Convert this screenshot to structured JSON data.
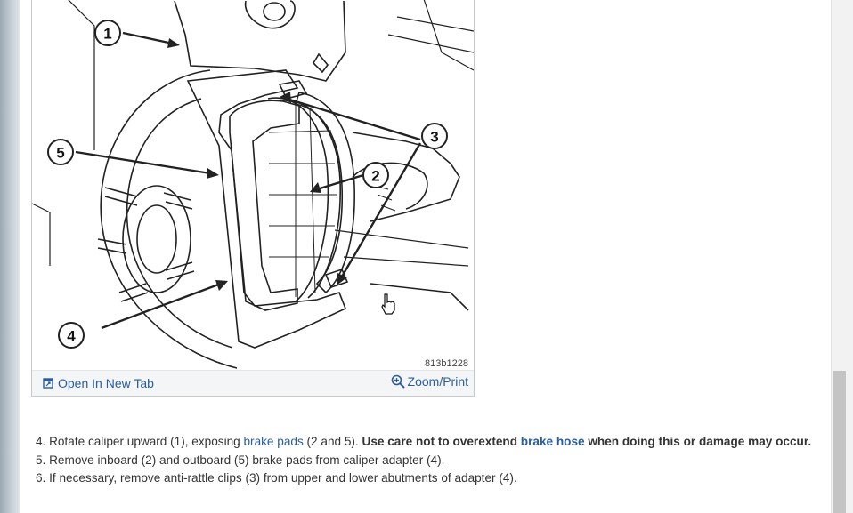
{
  "figure": {
    "callouts": [
      "1",
      "2",
      "3",
      "4",
      "5"
    ],
    "code": "813b1228",
    "open_new_tab_label": "Open In New Tab",
    "zoom_print_label": "Zoom/Print",
    "open_icon": "open-new-tab-icon",
    "zoom_icon": "magnifier-icon"
  },
  "steps": [
    {
      "prefix": "4. Rotate caliper upward (1), exposing ",
      "link1": "brake pads",
      "middle": " (2 and 5). ",
      "bold1": "Use care not to overextend ",
      "link2": "brake hose",
      "bold2": " when doing this or damage may occur."
    },
    {
      "text": "5. Remove inboard (2) and outboard (5) brake pads from caliper adapter (4)."
    },
    {
      "text": "6. If necessary, remove anti-rattle clips (3) from upper and lower abutments of adapter (4)."
    }
  ],
  "colors": {
    "link": "#2b5d9a",
    "text": "#333333"
  }
}
